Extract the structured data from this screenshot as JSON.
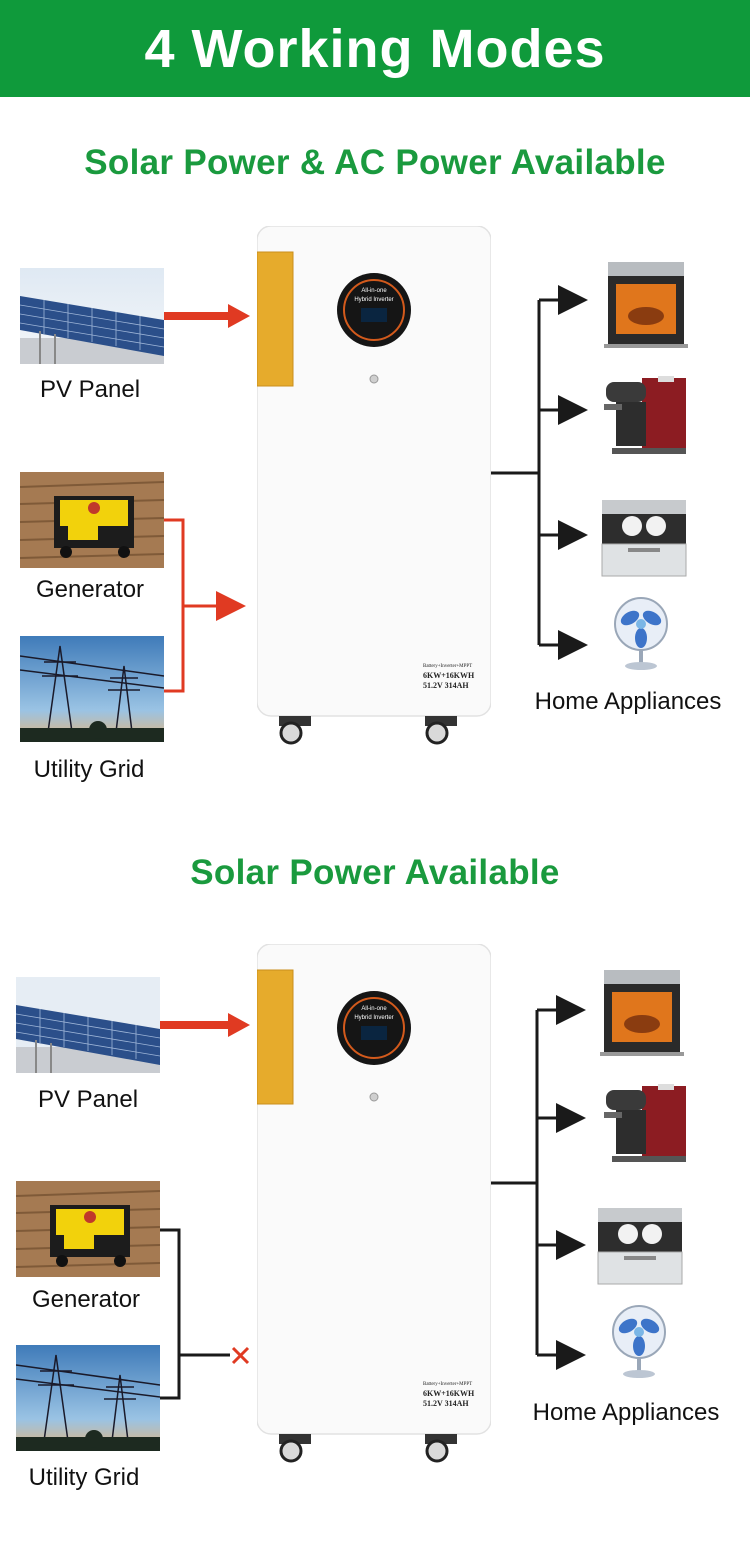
{
  "header": {
    "title": "4 Working Modes"
  },
  "colors": {
    "brand_green": "#0f9a3b",
    "title_green": "#1a9a3e",
    "flow_red": "#e03a22",
    "flow_black": "#1a1a1a",
    "inverter_yellow": "#e6ab2c"
  },
  "modes": [
    {
      "title": "Solar Power & AC Power Available",
      "sources": [
        "PV Panel",
        "Generator",
        "Utility Grid"
      ],
      "ac_input_state": "active",
      "outputs_label": "Home Appliances"
    },
    {
      "title": "Solar Power Available",
      "sources": [
        "PV Panel",
        "Generator",
        "Utility Grid"
      ],
      "ac_input_state": "blocked",
      "outputs_label": "Home Appliances"
    }
  ],
  "inverter": {
    "screen_line1": "All-in-one",
    "screen_line2": "Hybrid Inverter",
    "spec_line1": "Battery+Inverter+MPPT",
    "spec_line2": "6KW+16KWH",
    "spec_line3": "51.2V 314AH"
  },
  "appliances": [
    "oven-icon",
    "coffee-machine-icon",
    "dishwasher-icon",
    "fan-icon"
  ]
}
